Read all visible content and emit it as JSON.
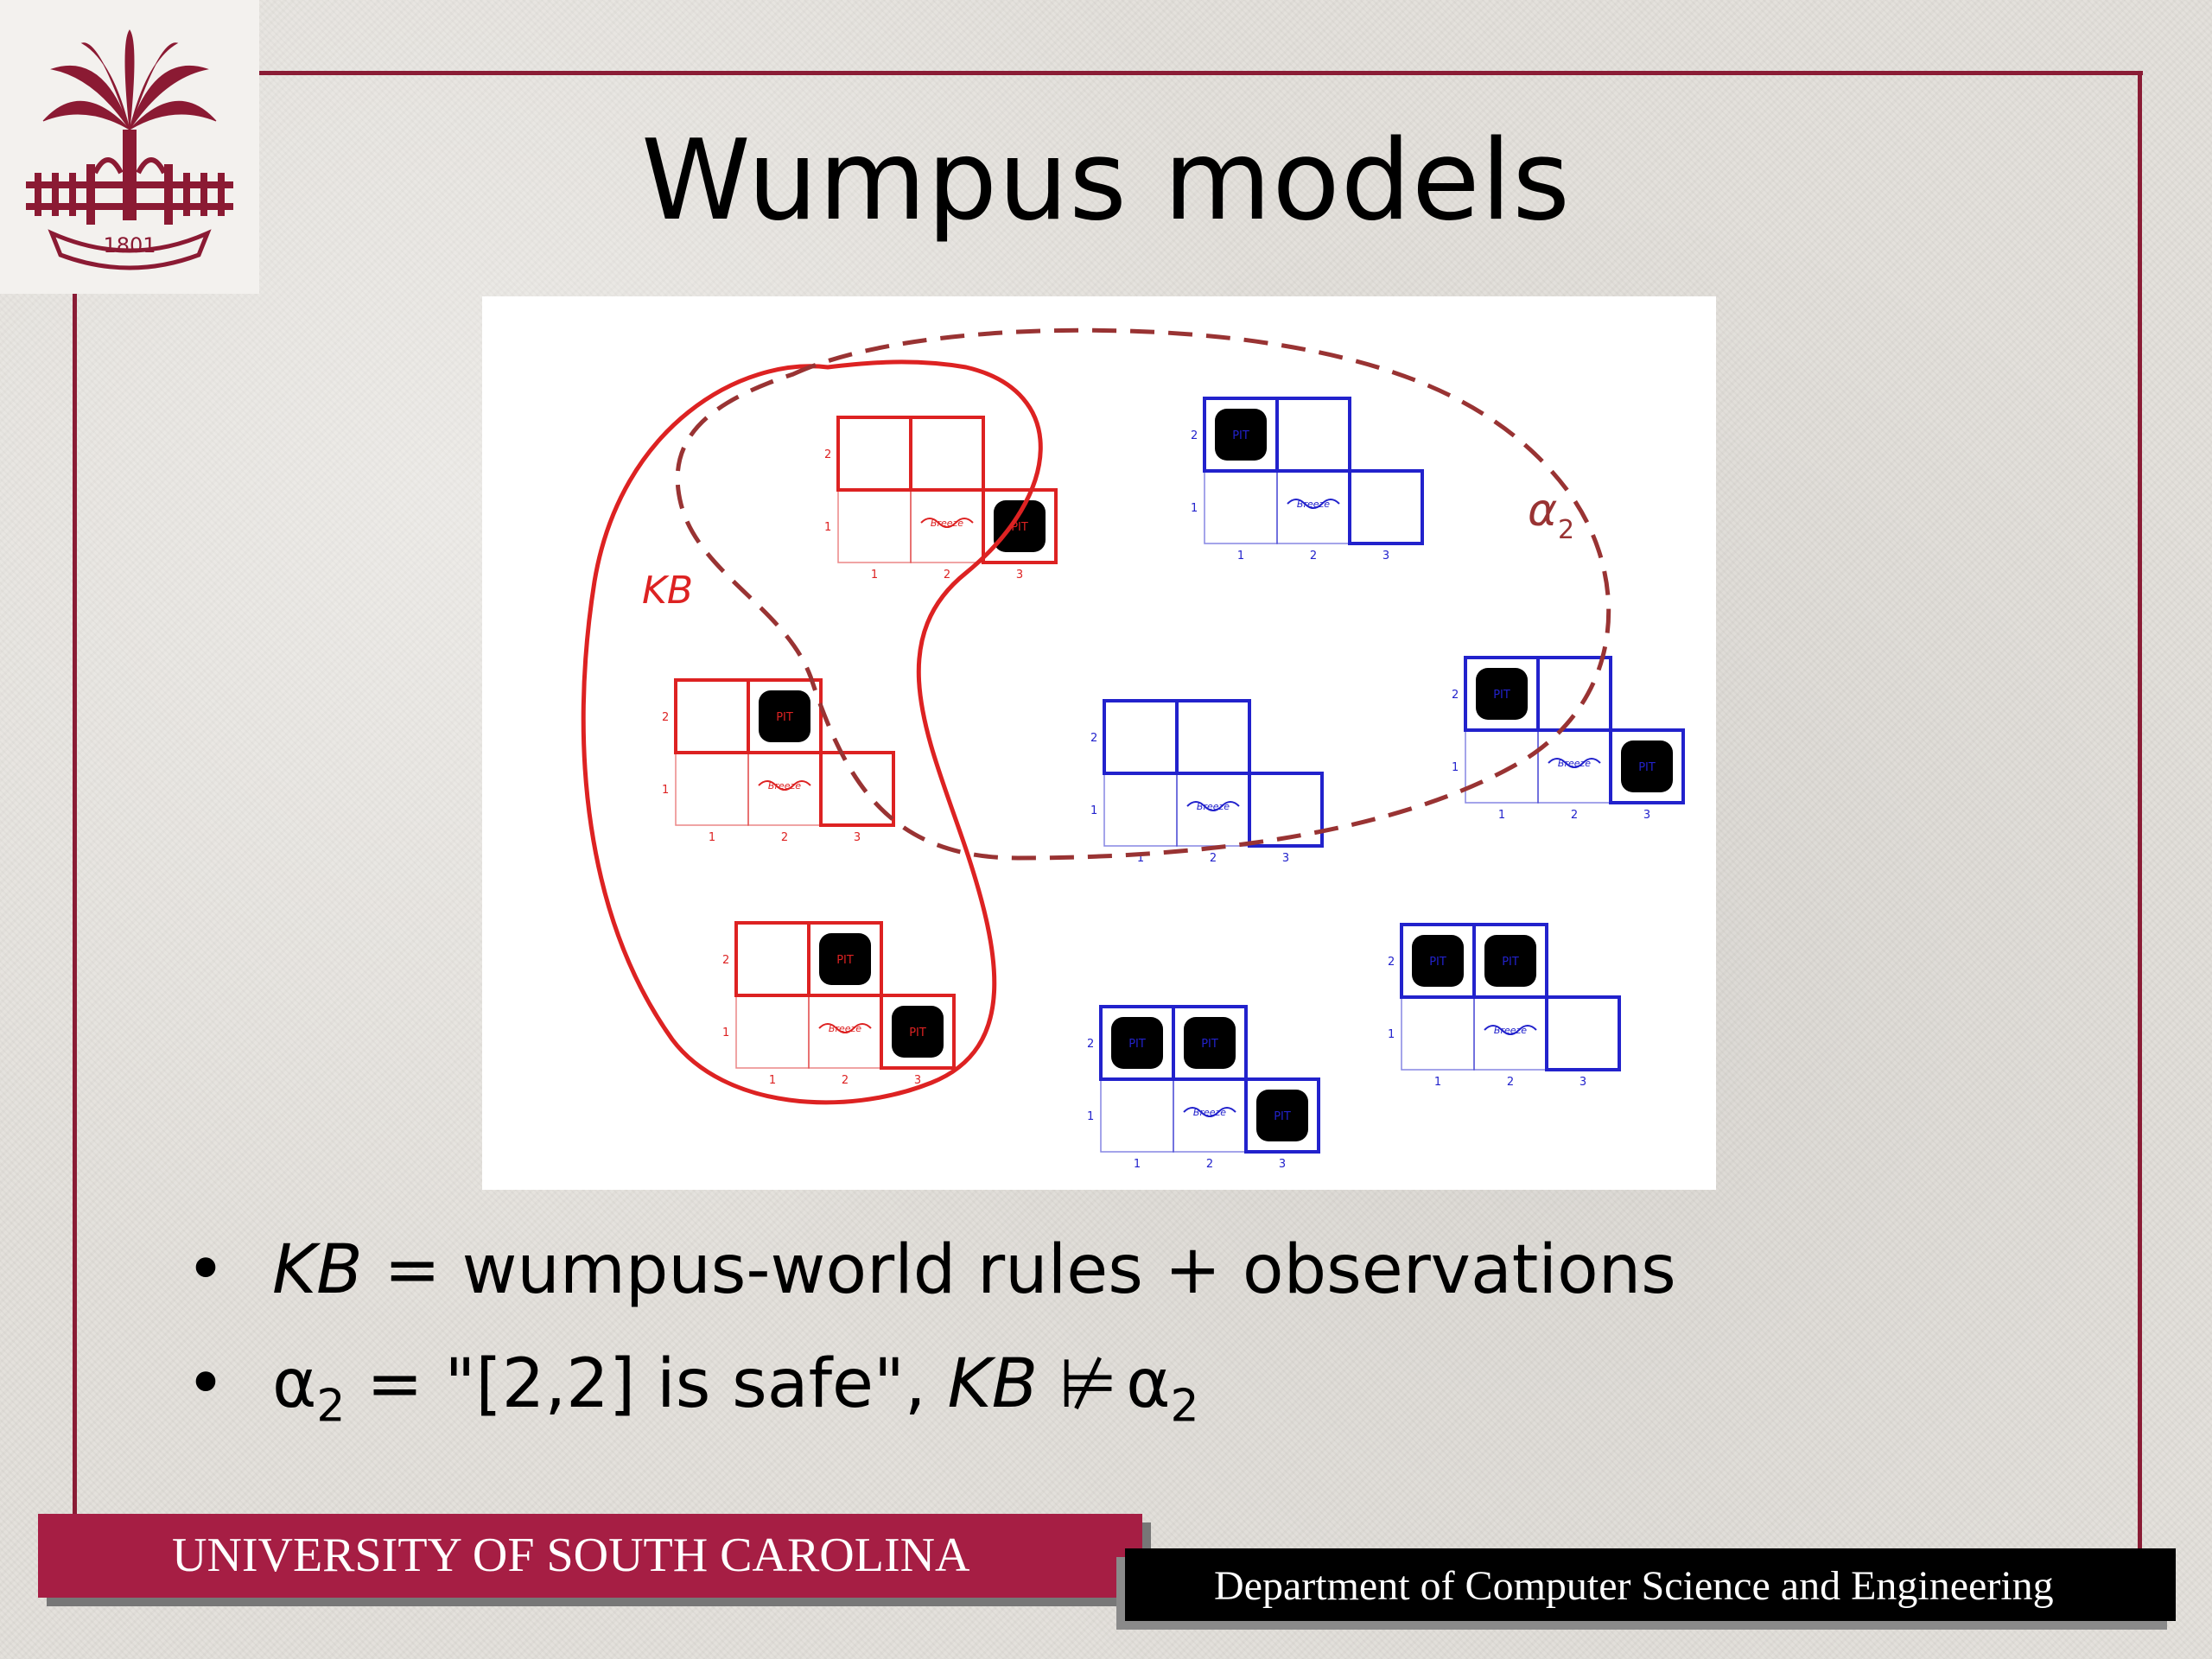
{
  "slide": {
    "title": "Wumpus models",
    "bullets": [
      {
        "prefix": "KB",
        "text": " = wumpus-world rules + observations"
      },
      {
        "alpha": "α",
        "sub": "2",
        "text": " = \"[2,2] is safe\", ",
        "kb": "KB",
        "entails": "⊭",
        "alpha2": "α",
        "sub2": "2"
      }
    ],
    "footer_left": "UNIVERSITY OF SOUTH CAROLINA",
    "footer_right": "Department of Computer Science and Engineering",
    "logo_year": "1801"
  },
  "diagram": {
    "kb_label": "KB",
    "alpha_label": "α",
    "alpha_sub": "2",
    "pit_label": "PIT",
    "breeze_label": "Breeze",
    "row_labels": [
      "1",
      "2"
    ],
    "col_labels": [
      "1",
      "2",
      "3"
    ],
    "colors": {
      "kb": "#dd2222",
      "alpha": "#993333",
      "model_kb": "#dd2222",
      "model_other": "#2222cc",
      "frame": "#8a1c35"
    },
    "models": [
      {
        "group": "kb",
        "pits": [
          "3,1"
        ]
      },
      {
        "group": "kb",
        "pits": [
          "2,2"
        ]
      },
      {
        "group": "kb",
        "pits": [
          "2,2",
          "3,1"
        ]
      },
      {
        "group": "other",
        "pits": [
          "1,2"
        ]
      },
      {
        "group": "other",
        "pits": []
      },
      {
        "group": "other",
        "pits": [
          "1,2",
          "3,1"
        ]
      },
      {
        "group": "other",
        "pits": [
          "1,2",
          "2,2"
        ]
      },
      {
        "group": "other",
        "pits": [
          "1,2",
          "2,2",
          "3,1"
        ]
      }
    ]
  }
}
